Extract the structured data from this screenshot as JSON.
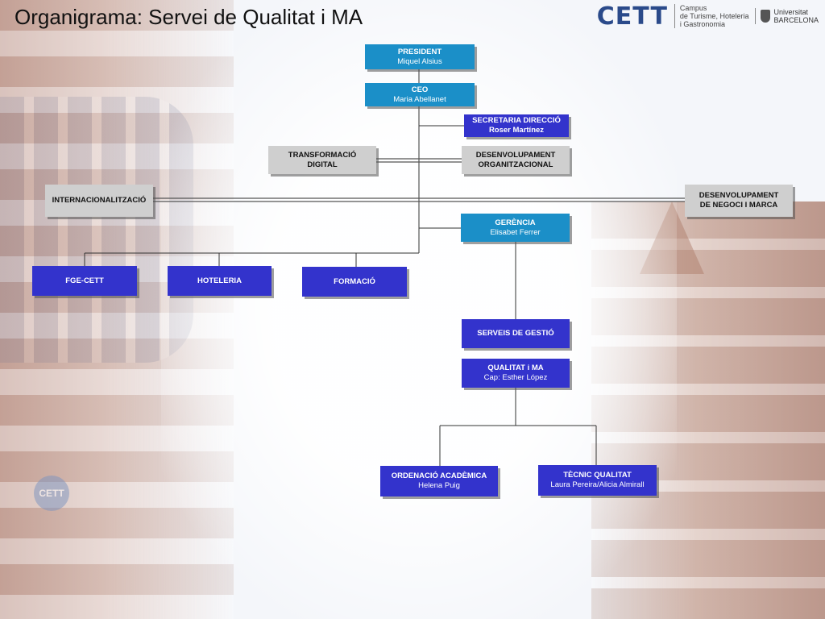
{
  "title": "Organigrama: Servei de Qualitat i MA",
  "logo": {
    "brand": "CETT",
    "brand_lines": [
      "Campus",
      "de Turisme, Hoteleria",
      "i Gastronomia"
    ],
    "university_lines": [
      "Universitat",
      "BARCELONA"
    ]
  },
  "nodes": {
    "president": {
      "title": "PRESIDENT",
      "name": "Miquel Alsius"
    },
    "ceo": {
      "title": "CEO",
      "name": "Maria Abellanet"
    },
    "secretaria": {
      "title": "SECRETARIA DIRECCIÓ",
      "name": "Roser Martínez"
    },
    "transformacio": {
      "line1": "TRANSFORMACIÓ",
      "line2": "DIGITAL"
    },
    "desenvolupament_org": {
      "line1": "DESENVOLUPAMENT",
      "line2": "ORGANITZACIONAL"
    },
    "internacionalitzacio": {
      "title": "INTERNACIONALITZACIÓ"
    },
    "desenvolupament_negoci": {
      "line1": "DESENVOLUPAMENT",
      "line2": "DE NEGOCI I MARCA"
    },
    "gerencia": {
      "title": "GERÈNCIA",
      "name": "Elisabet Ferrer"
    },
    "fge": {
      "title": "FGE-CETT"
    },
    "hoteleria": {
      "title": "HOTELERIA"
    },
    "formacio": {
      "title": "FORMACIÓ"
    },
    "serveis": {
      "title": "SERVEIS DE GESTIÓ"
    },
    "qualitat": {
      "title": "QUALITAT i MA",
      "name": "Cap:  Esther López"
    },
    "ordenacio": {
      "title": "ORDENACIÓ ACADÈMICA",
      "name": "Helena Puig"
    },
    "tecnic": {
      "title": "TÈCNIC QUALITAT",
      "name": "Laura Pereira/Alicia Almirall"
    }
  },
  "background_logo": "CETT",
  "colors": {
    "teal": "#1b8fc8",
    "blue": "#3333cc",
    "grey": "#cfcfcf"
  }
}
